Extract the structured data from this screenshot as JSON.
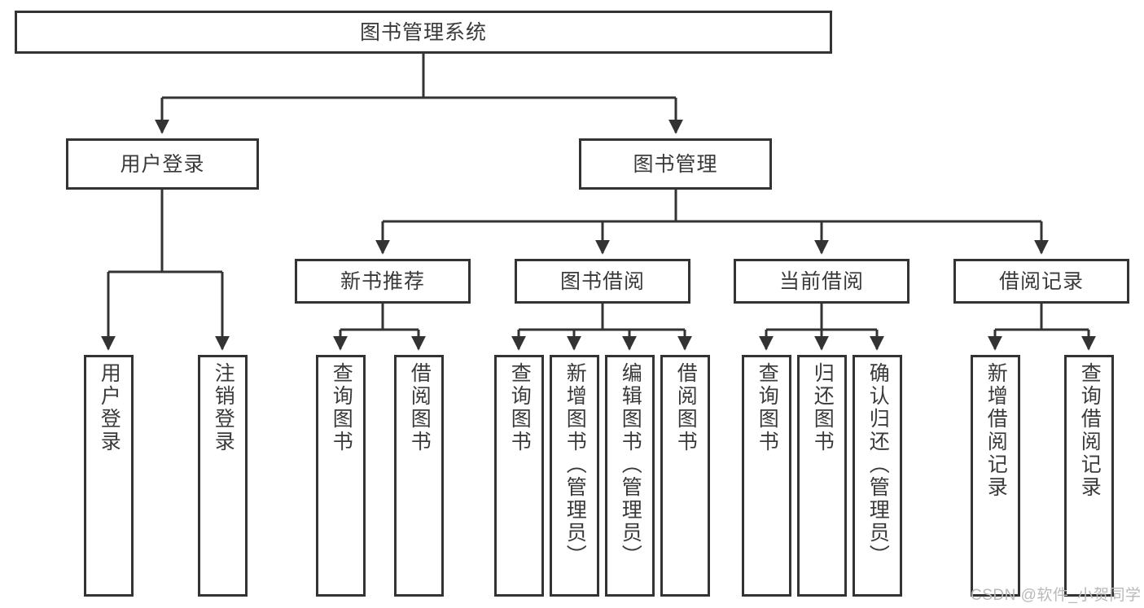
{
  "diagram": {
    "title": "图书管理系统",
    "type": "hierarchy-tree",
    "levels": 4,
    "root": {
      "id": "root",
      "label": "图书管理系统"
    },
    "level2": [
      {
        "id": "user-login",
        "label": "用户登录"
      },
      {
        "id": "book-manage",
        "label": "图书管理"
      }
    ],
    "level3": [
      {
        "id": "new-book-rec",
        "label": "新书推荐",
        "parent": "book-manage"
      },
      {
        "id": "book-borrow",
        "label": "图书借阅",
        "parent": "book-manage"
      },
      {
        "id": "current-borrow",
        "label": "当前借阅",
        "parent": "book-manage"
      },
      {
        "id": "borrow-record",
        "label": "借阅记录",
        "parent": "book-manage"
      }
    ],
    "leaves": {
      "user_login": [
        {
          "id": "leaf-user-login",
          "label": "用户登录"
        },
        {
          "id": "leaf-logout",
          "label": "注销登录"
        }
      ],
      "new_book_rec": [
        {
          "id": "leaf-query-book-1",
          "label": "查询图书"
        },
        {
          "id": "leaf-borrow-book-1",
          "label": "借阅图书"
        }
      ],
      "book_borrow": [
        {
          "id": "leaf-query-book-2",
          "label": "查询图书"
        },
        {
          "id": "leaf-add-book",
          "label": "新增图书（管理员）"
        },
        {
          "id": "leaf-edit-book",
          "label": "编辑图书（管理员）"
        },
        {
          "id": "leaf-borrow-book-2",
          "label": "借阅图书"
        }
      ],
      "current_borrow": [
        {
          "id": "leaf-query-book-3",
          "label": "查询图书"
        },
        {
          "id": "leaf-return-book",
          "label": "归还图书"
        },
        {
          "id": "leaf-confirm-return",
          "label": "确认归还（管理员）"
        }
      ],
      "borrow_record": [
        {
          "id": "leaf-add-record",
          "label": "新增借阅记录"
        },
        {
          "id": "leaf-query-record",
          "label": "查询借阅记录"
        }
      ]
    }
  },
  "watermark": {
    "text": "CSDN @软件_小贺同学"
  },
  "colors": {
    "stroke": "#333333",
    "text": "#3a3a3a",
    "background": "#ffffff",
    "watermark": "#b9b9b9"
  }
}
